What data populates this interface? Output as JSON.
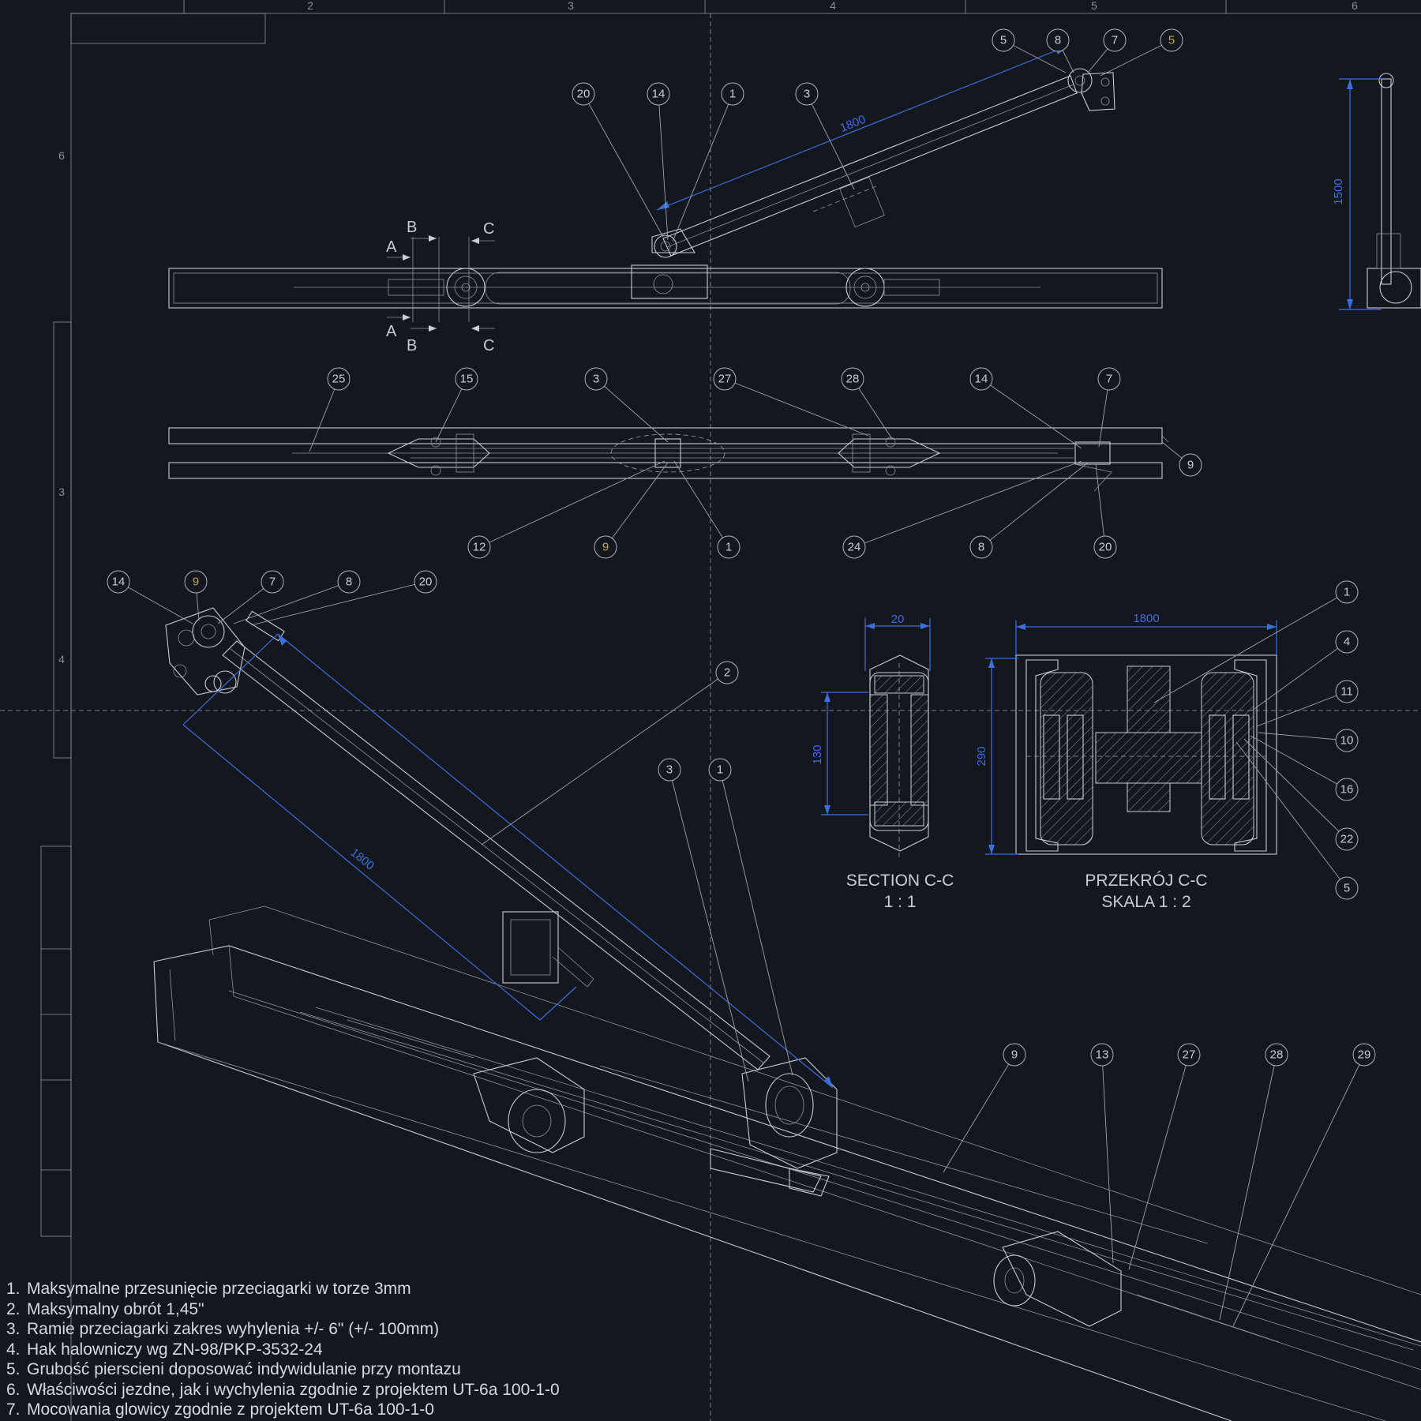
{
  "frame": {
    "top_zones": [
      "2",
      "3",
      "4",
      "5",
      "6"
    ],
    "left_zones": [
      "6",
      "3",
      "4"
    ]
  },
  "dimensions": {
    "top_arm_length": "1800",
    "side_height": "1500",
    "iso_arm_length": "1800",
    "section_width": "20",
    "section_height": "130",
    "przekroj_width": "1800",
    "przekroj_height": "290"
  },
  "section_markers": {
    "a": "A",
    "b": "B",
    "c": "C"
  },
  "sections": {
    "section_cc_title": "SECTION C-C",
    "section_cc_scale": "1 : 1",
    "przekroj_title": "PRZEKRÓJ C-C",
    "przekroj_scale": "SKALA 1 : 2"
  },
  "balloons": {
    "top_view": [
      "5",
      "8",
      "7",
      "5",
      "20",
      "14",
      "1",
      "3"
    ],
    "plan_view_top": [
      "25",
      "15",
      "3",
      "27",
      "28",
      "14",
      "7"
    ],
    "plan_view_right": "9",
    "plan_view_bottom": [
      "12",
      "9",
      "1",
      "24",
      "8",
      "20"
    ],
    "iso_head": [
      "14",
      "9",
      "7",
      "8",
      "20"
    ],
    "iso_mid": [
      "2",
      "3",
      "1"
    ],
    "section_right": [
      "1",
      "4",
      "11",
      "10",
      "16",
      "22",
      "5"
    ],
    "iso_bottom": [
      "9",
      "13",
      "27",
      "28",
      "29"
    ]
  },
  "notes": [
    {
      "n": "1.",
      "text": "Maksymalne przesunięcie przeciagarki w torze 3mm"
    },
    {
      "n": "2.",
      "text": "Maksymalny obrót 1,45\""
    },
    {
      "n": "3.",
      "text": "Ramie przeciagarki zakres wyhylenia +/- 6\" (+/- 100mm)"
    },
    {
      "n": "4.",
      "text": "Hak halowniczy wg ZN-98/PKP-3532-24"
    },
    {
      "n": "5.",
      "text": "Grubość pierscieni doposować indywidulanie przy montazu"
    },
    {
      "n": "6.",
      "text": "Właściwości jezdne, jak i wychylenia zgodnie z projektem UT-6a 100-1-0"
    },
    {
      "n": "7.",
      "text": "Mocowania glowicy zgodnie z projektem UT-6a 100-1-0"
    }
  ],
  "colors": {
    "background": "#14171d",
    "line": "#c9ccd2",
    "dimension": "#3a6fe0",
    "highlight_balloon": "#c2a64a"
  }
}
